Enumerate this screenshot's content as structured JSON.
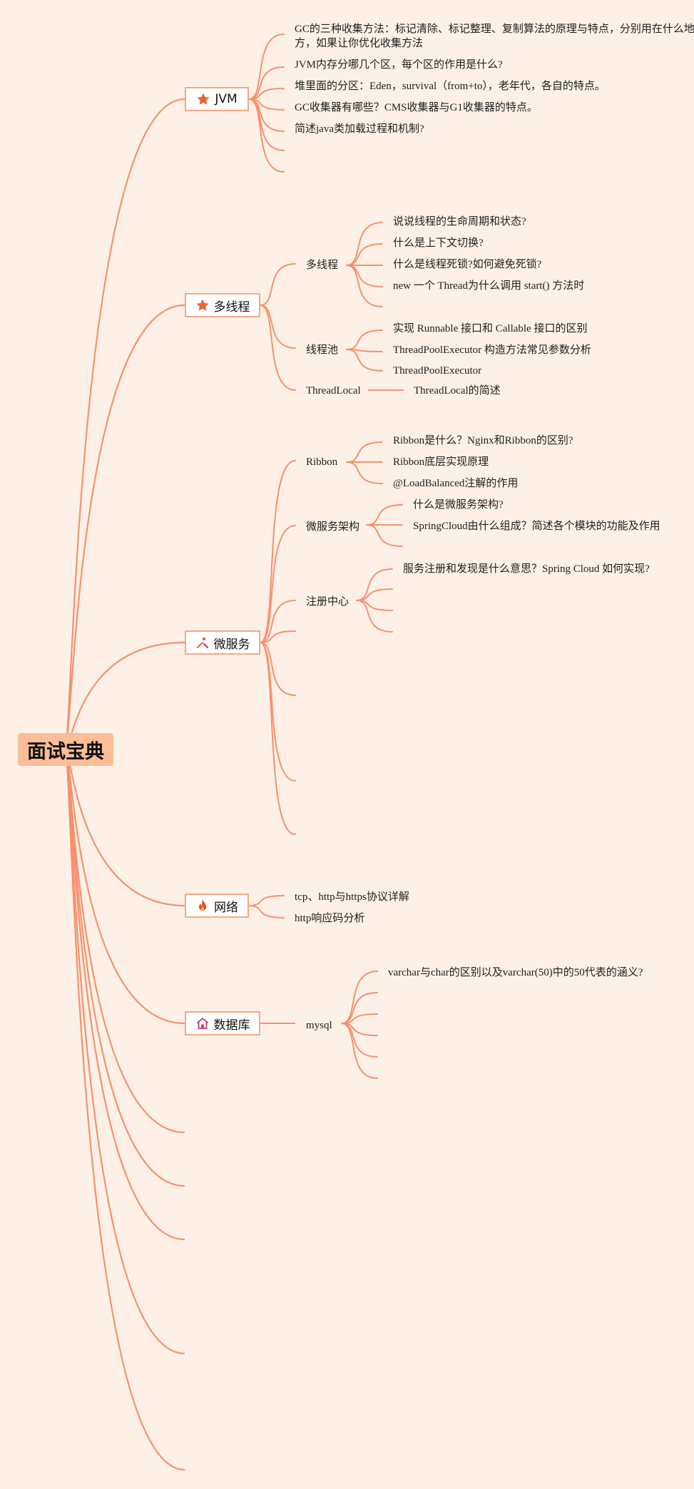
{
  "root": {
    "label": "面试宝典"
  },
  "topics": {
    "jvm": {
      "label": "JVM",
      "icon": "star-icon"
    },
    "thread": {
      "label": "多线程",
      "icon": "star-icon"
    },
    "micro": {
      "label": "微服务",
      "icon": "tools-icon"
    },
    "net": {
      "label": "网络",
      "icon": "fire-icon"
    },
    "db": {
      "label": "数据库",
      "icon": "house-icon"
    }
  },
  "jvm": {
    "items": [
      "GC的三种收集方法：标记清除、标记整理、复制算法的原理与特点，分别用在什么地方，如果让你优化收集方法",
      "JVM内存分哪几个区，每个区的作用是什么?",
      "堆里面的分区：Eden，survival（from+to），老年代，各自的特点。",
      "GC收集器有哪些？CMS收集器与G1收集器的特点。",
      "简述java类加载过程和机制?"
    ]
  },
  "thread": {
    "sub1": "多线程",
    "sub1_items": [
      "说说线程的生命周期和状态?",
      "什么是上下文切换?",
      "什么是线程死锁?如何避免死锁?",
      "new 一个 Thread为什么调用 start() 方法时"
    ],
    "sub2": "线程池",
    "sub2_items": [
      "实现 Runnable 接口和 Callable 接口的区别",
      "ThreadPoolExecutor 构造方法常见参数分析",
      "ThreadPoolExecutor"
    ],
    "sub3": "ThreadLocal",
    "sub3_items": [
      "ThreadLocal的简述"
    ]
  },
  "micro": {
    "sub1": "Ribbon",
    "sub1_items": [
      "Ribbon是什么？Nginx和Ribbon的区别?",
      "Ribbon底层实现原理",
      "@LoadBalanced注解的作用"
    ],
    "sub2": "微服务架构",
    "sub2_items": [
      "什么是微服务架构?",
      "SpringCloud由什么组成？简述各个模块的功能及作用"
    ],
    "sub3": "注册中心",
    "sub3_items": [
      "服务注册和发现是什么意思？Spring Cloud 如何实现?"
    ]
  },
  "net": {
    "items": [
      "tcp、http与https协议详解",
      "http响应码分析"
    ]
  },
  "db": {
    "sub1": "mysql",
    "sub1_items": [
      "varchar与char的区别以及varchar(50)中的50代表的涵义?"
    ]
  },
  "colors": {
    "line": "#f7906e",
    "root_fill": "#fcbd97",
    "topic_border": "#f6a882",
    "background": "#fdf1e7",
    "star": "#e4663a",
    "fire": "#e84a1c",
    "house": "#c2356b"
  }
}
